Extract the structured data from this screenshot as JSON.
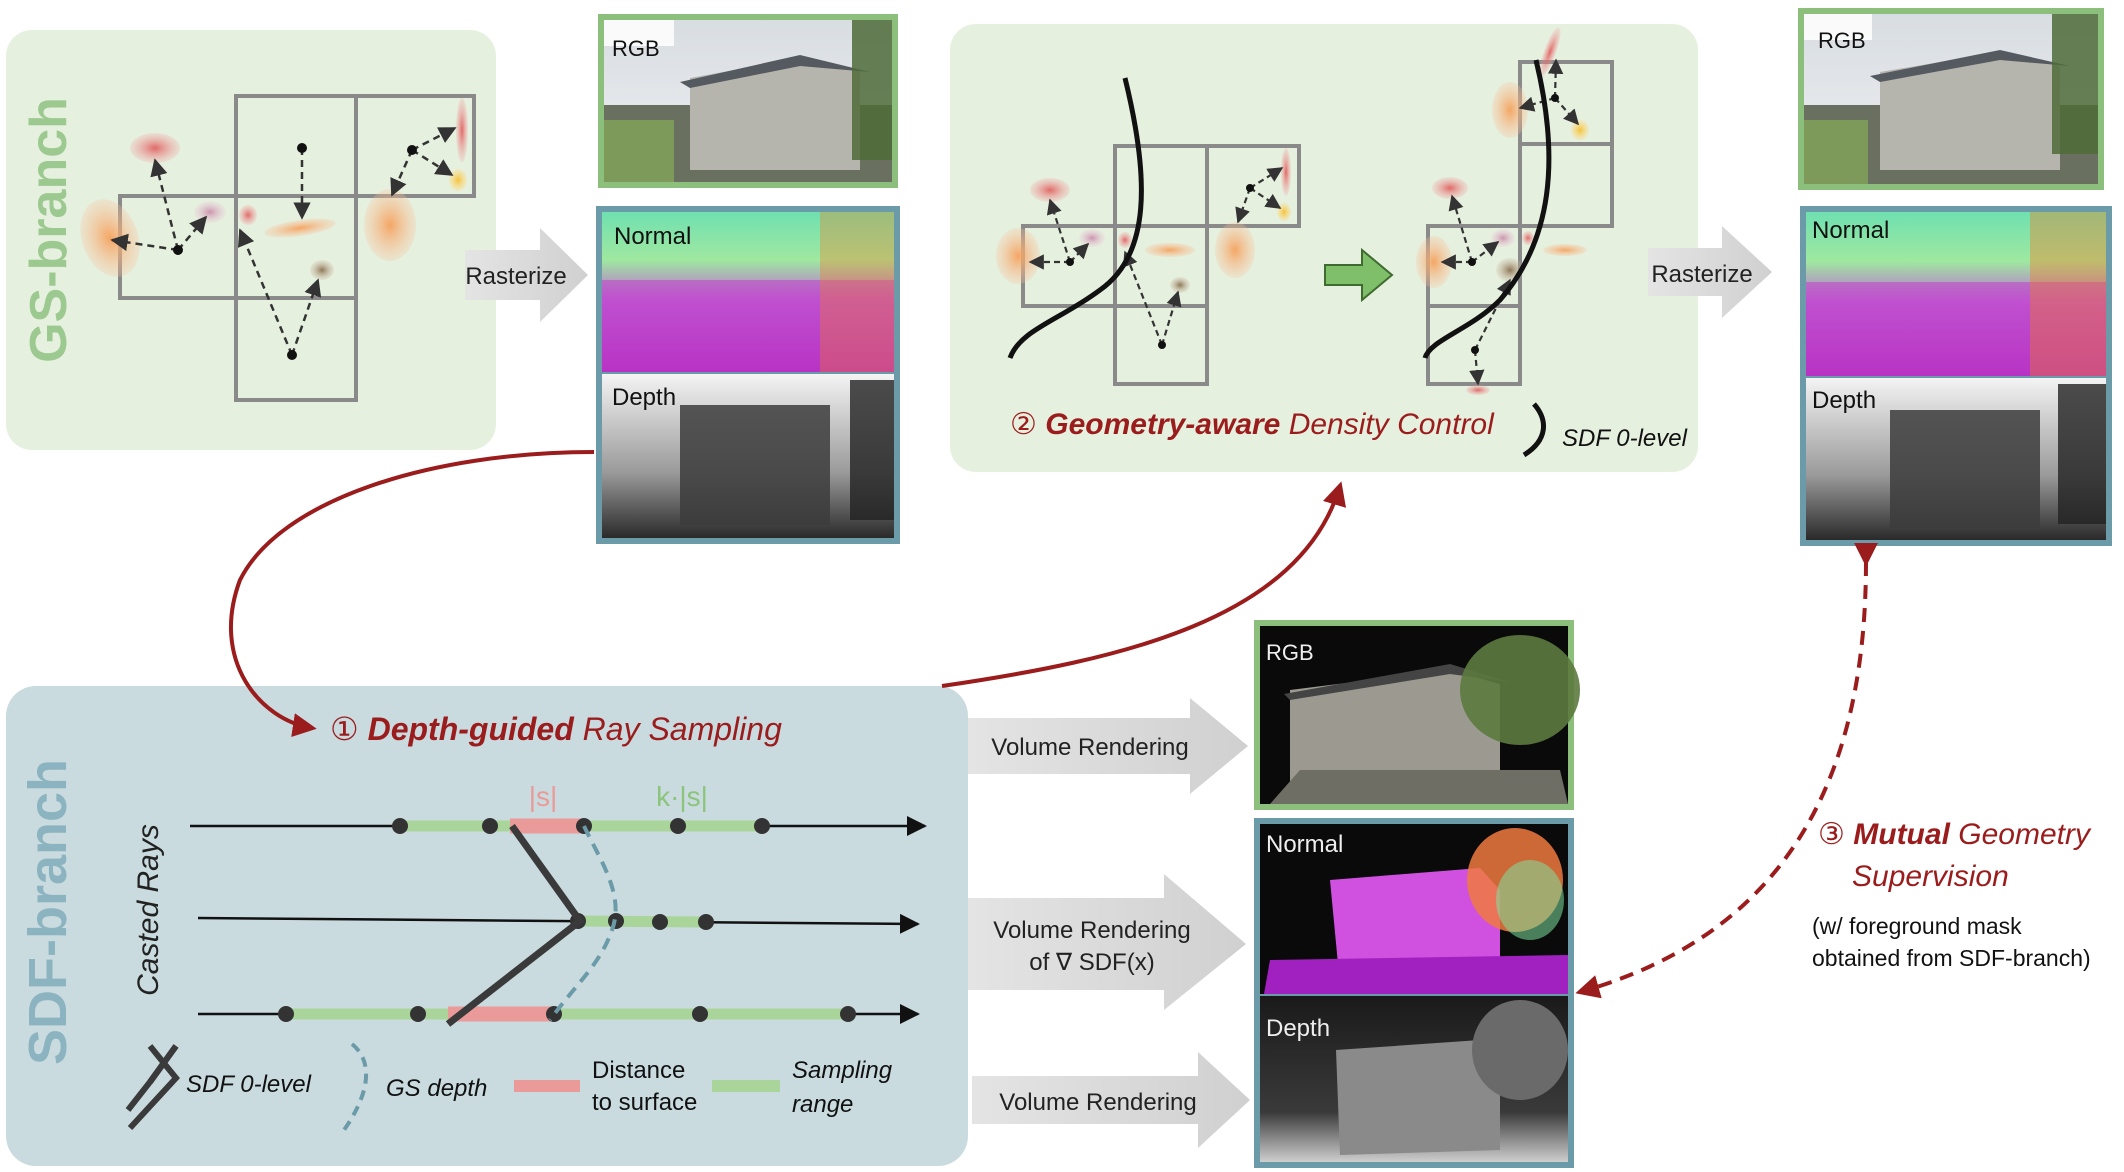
{
  "gs_branch": {
    "title": "GS-branch",
    "rasterize_label": "Rasterize"
  },
  "gs_outputs": {
    "rgb_label": "RGB",
    "normal_label": "Normal",
    "depth_label": "Depth"
  },
  "density_control": {
    "number": "②",
    "bold_text": "Geometry-aware",
    "rest_text": " Density Control",
    "legend_label": "SDF 0-level",
    "rasterize_label": "Rasterize"
  },
  "final_outputs": {
    "rgb_label": "RGB",
    "normal_label": "Normal",
    "depth_label": "Depth"
  },
  "sdf_branch": {
    "title": "SDF-branch",
    "sampling_number": "①",
    "sampling_bold": "Depth-guided",
    "sampling_rest": " Ray Sampling",
    "casted_rays": "Casted Rays",
    "s_label": "|s|",
    "ks_label": "k·|s|",
    "legend": {
      "sdf_level": "SDF 0-level",
      "gs_depth": "GS depth",
      "distance_line1": "Distance",
      "distance_line2": "to surface",
      "sampling_line1": "Sampling",
      "sampling_line2": "range"
    }
  },
  "volume_rendering": {
    "rgb_arrow": "Volume Rendering",
    "normal_arrow_line1": "Volume Rendering",
    "normal_arrow_line2": "of ∇ SDF(x)",
    "depth_arrow": "Volume Rendering",
    "rgb_label": "RGB",
    "normal_label": "Normal",
    "depth_label": "Depth"
  },
  "mutual": {
    "number": "③",
    "bold_text": "Mutual",
    "rest_line1": " Geometry",
    "line2": "Supervision",
    "note_line1": "(w/ foreground mask",
    "note_line2": "obtained from SDF-branch)"
  },
  "colors": {
    "gs_panel": "#e6f0df",
    "gs_title": "#9cc98f",
    "sdf_panel": "#c9dbdf",
    "sdf_title": "#8bb3c0",
    "accent_red": "#9b1c1c",
    "green_border": "#8cbf7c",
    "blue_border": "#6b9ba8",
    "sampling_green": "#a9d49a",
    "distance_red": "#ea9a98"
  }
}
